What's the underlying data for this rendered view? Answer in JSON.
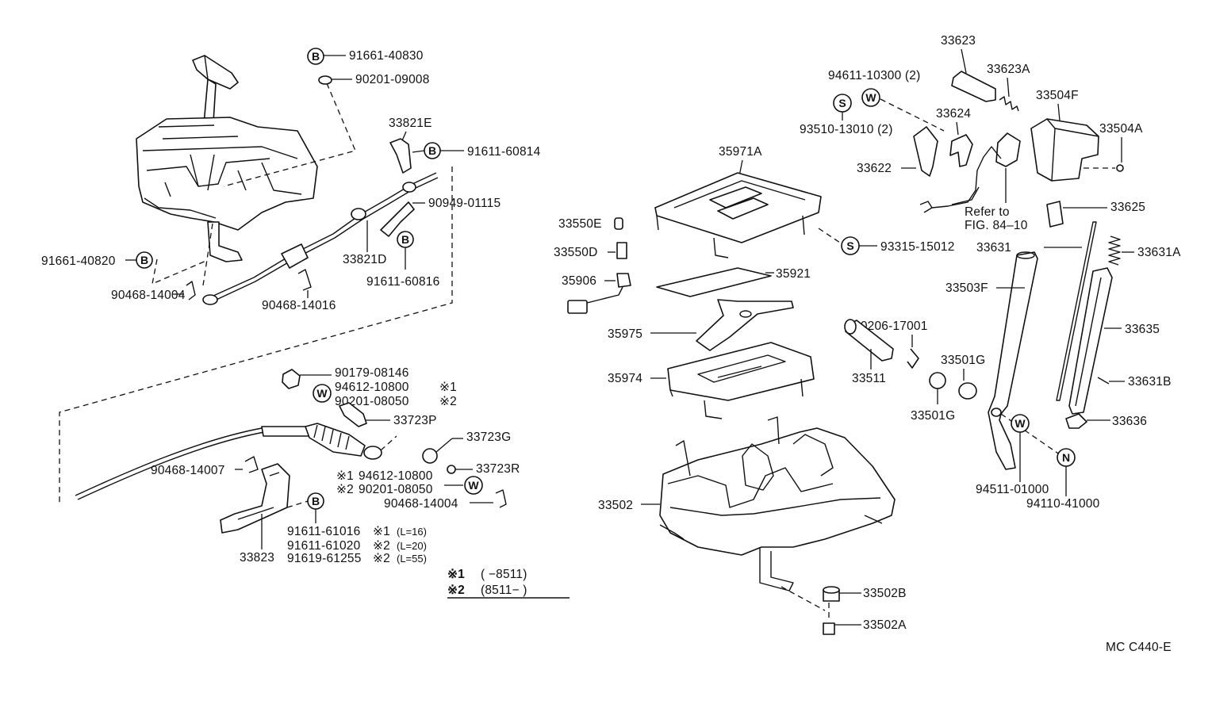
{
  "diagram": {
    "code": "MC C440-E",
    "parts": {
      "p91661_40830": "91661-40830",
      "p90201_09008": "90201-09008",
      "p33821E": "33821E",
      "p91611_60814": "91611-60814",
      "p90949_01115": "90949-01115",
      "p33821D": "33821D",
      "p91611_60816": "91611-60816",
      "p91661_40820": "91661-40820",
      "p90468_14004_a": "90468-14004",
      "p90468_14016": "90468-14016",
      "p90179_08146": "90179-08146",
      "p94612_10800_a": "94612-10800",
      "p90201_08050_a": "90201-08050",
      "p33723P": "33723P",
      "p33723G": "33723G",
      "p90468_14007": "90468-14007",
      "p33723R": "33723R",
      "p94612_10800_b": "94612-10800",
      "p90201_08050_b": "90201-08050",
      "p90468_14004_b": "90468-14004",
      "p91611_61016": "91611-61016",
      "p91611_61020": "91611-61020",
      "p91619_61255": "91619-61255",
      "p33823": "33823",
      "p33623": "33623",
      "p94611_10300": "94611-10300 (2)",
      "p33623A": "33623A",
      "p33504F": "33504F",
      "p33624": "33624",
      "p93510_13010": "93510-13010 (2)",
      "p33504A": "33504A",
      "p35971A": "35971A",
      "p33622": "33622",
      "p33550E": "33550E",
      "p33625": "33625",
      "p33550D": "33550D",
      "p93315_15012": "93315-15012",
      "p33631": "33631",
      "p33631A": "33631A",
      "p35906": "35906",
      "p35921": "35921",
      "p33503F": "33503F",
      "p90206_17001": "90206-17001",
      "p35975": "35975",
      "p33635": "33635",
      "p33501G_a": "33501G",
      "p35974": "35974",
      "p33511": "33511",
      "p33631B": "33631B",
      "p33501G_b": "33501G",
      "p33636": "33636",
      "p33502": "33502",
      "p94511_01000": "94511-01000",
      "p94110_41000": "94110-41000",
      "p33502B": "33502B",
      "p33502A": "33502A"
    },
    "refer": {
      "line1": "Refer to",
      "line2": "FIG. 84–10"
    },
    "marks": {
      "m1": "※1",
      "m2": "※2",
      "len16": "(L=16)",
      "len20": "(L=20)",
      "len55": "(L=55)"
    },
    "legend": {
      "m1": "※1",
      "m1_range": "(        −8511)",
      "m2": "※2",
      "m2_range": "(8511−        )"
    },
    "badges": {
      "B": "B",
      "W": "W",
      "S": "S",
      "N": "N"
    }
  }
}
